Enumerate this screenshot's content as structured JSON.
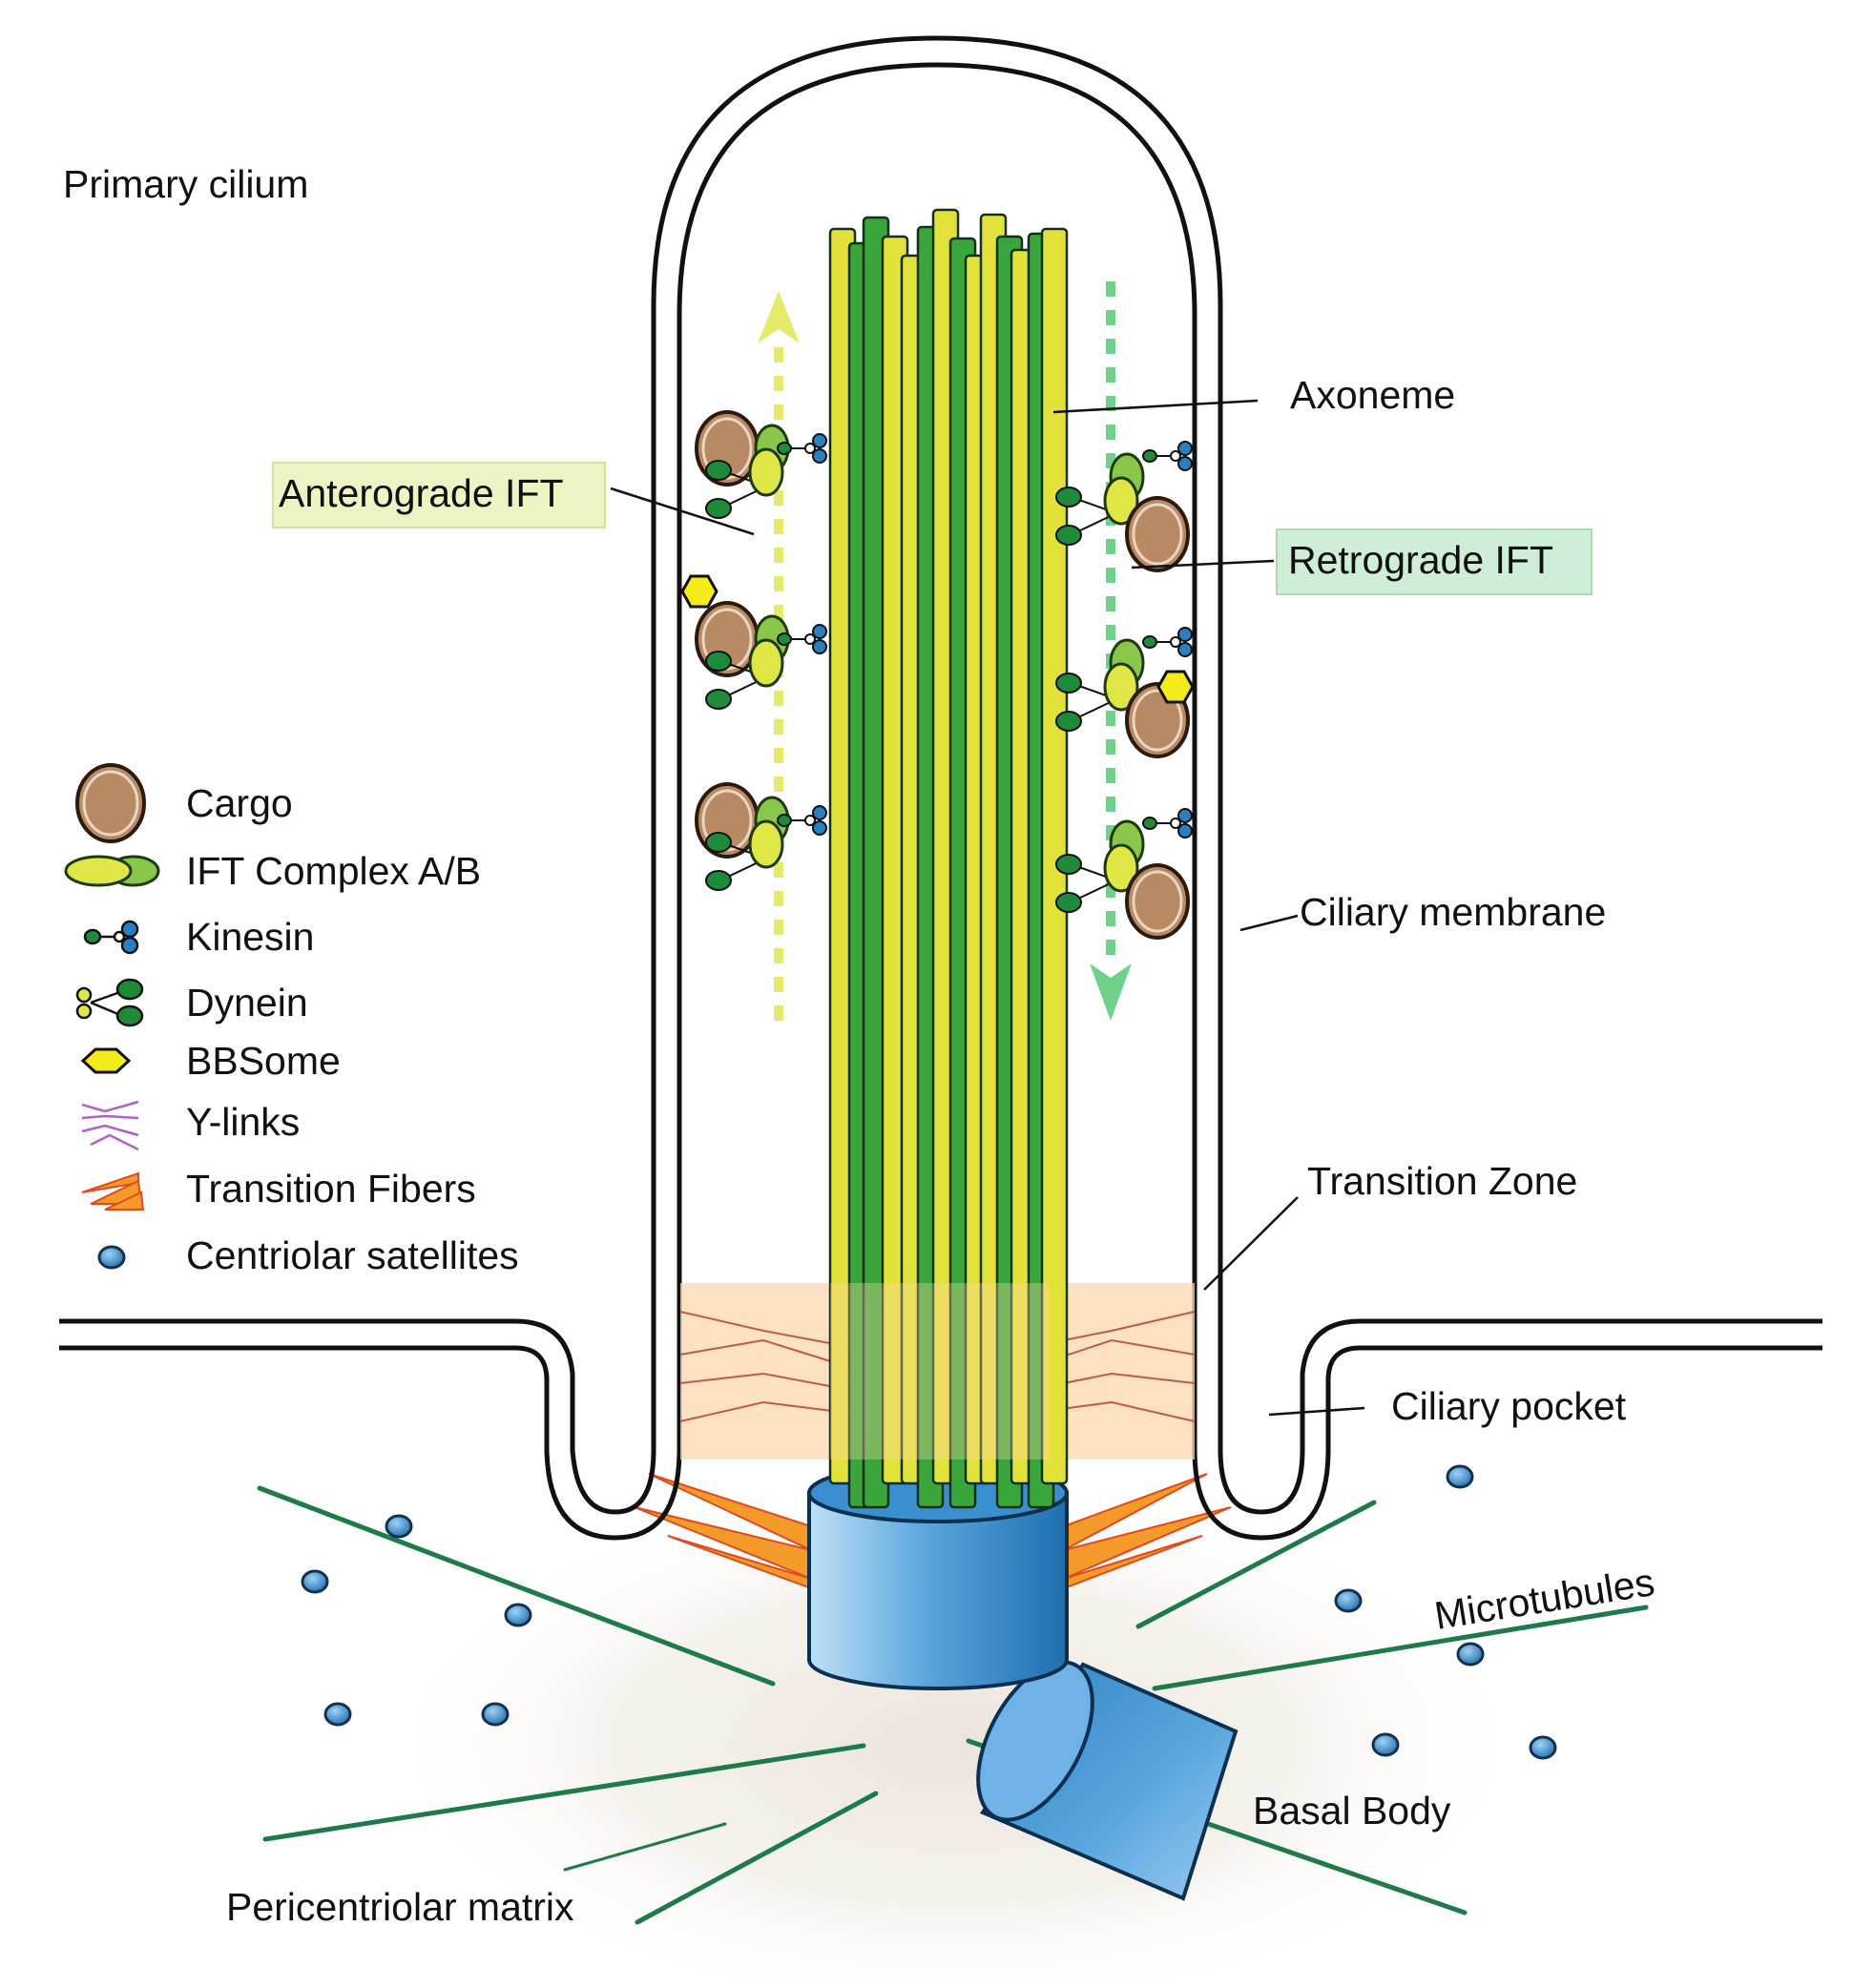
{
  "title": "Primary cilium",
  "labels": {
    "axoneme": "Axoneme",
    "anterograde": "Anterograde IFT",
    "retrograde": "Retrograde IFT",
    "ciliary_membrane": "Ciliary membrane",
    "transition_zone": "Transition Zone",
    "ciliary_pocket": "Ciliary pocket",
    "microtubules": "Microtubules",
    "basal_body": "Basal Body",
    "pericentriolar_matrix": "Pericentriolar matrix"
  },
  "legend": [
    {
      "icon": "cargo-icon",
      "label": "Cargo"
    },
    {
      "icon": "ift-complex-icon",
      "label": "IFT Complex A/B"
    },
    {
      "icon": "kinesin-icon",
      "label": "Kinesin"
    },
    {
      "icon": "dynein-icon",
      "label": "Dynein"
    },
    {
      "icon": "bbsome-icon",
      "label": "BBSome"
    },
    {
      "icon": "y-links-icon",
      "label": "Y-links"
    },
    {
      "icon": "transition-fibers-icon",
      "label": "Transition Fibers"
    },
    {
      "icon": "centriolar-satellite-icon",
      "label": "Centriolar satellites"
    }
  ],
  "colors": {
    "axoneme_yellow": "#e2e23a",
    "axoneme_green": "#3aa53a",
    "transition_zone": "#fce2c4",
    "basal_body": "#2f86cc",
    "microtubule": "#1f7a4a",
    "anterograde_tag": "#eef3c4",
    "retrograde_tag": "#cfeed7",
    "cargo": "#b88a64",
    "ift_a": "#dfe646",
    "ift_b": "#8ac64a",
    "kinesin": "#2a7fc0",
    "dynein": "#1f8a3a",
    "bbsome": "#f4ec1a",
    "y_links": "#b060c8",
    "transition_fibers": "#f08020"
  }
}
